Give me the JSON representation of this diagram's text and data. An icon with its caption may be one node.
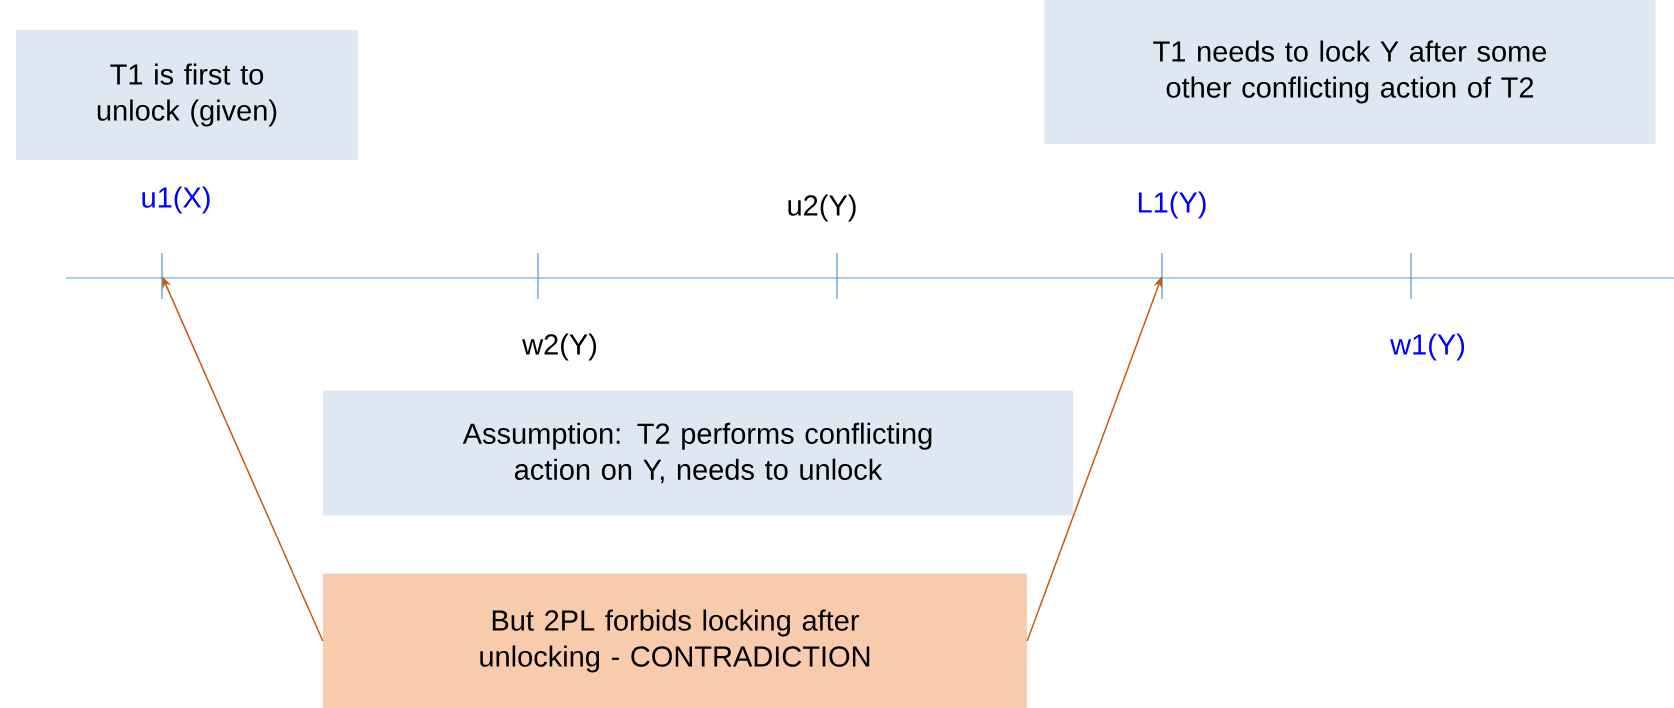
{
  "diagram": {
    "nodes": [
      {
        "text": [
          "T1 is first to unlock (given)"
        ]
      },
      {
        "text": [
          "T1 needs to lock Y after some other conflicting action of T2"
        ]
      },
      {
        "text": [
          "Assumption: T2 performs conflicting action on Y, needs to unlock"
        ]
      },
      {
        "text": [
          "But 2PL forbids locking after unlocking - CONTRADICTION"
        ]
      },
      {
        "text": [],
        "shape": "tick",
        "beside": [
          "u1(X)"
        ]
      },
      {
        "text": [],
        "shape": "tick",
        "beside": [
          "w2(Y)"
        ]
      },
      {
        "text": [],
        "shape": "tick",
        "beside": [
          "u2(Y)"
        ]
      },
      {
        "text": [],
        "shape": "tick",
        "beside": [
          "L1(Y)"
        ]
      },
      {
        "text": [],
        "shape": "tick",
        "beside": [
          "w1(Y)"
        ]
      }
    ],
    "edges": [
      {
        "from": 3,
        "to": 4,
        "arrow": "to"
      },
      {
        "from": 3,
        "to": 7,
        "arrow": "to"
      }
    ]
  }
}
